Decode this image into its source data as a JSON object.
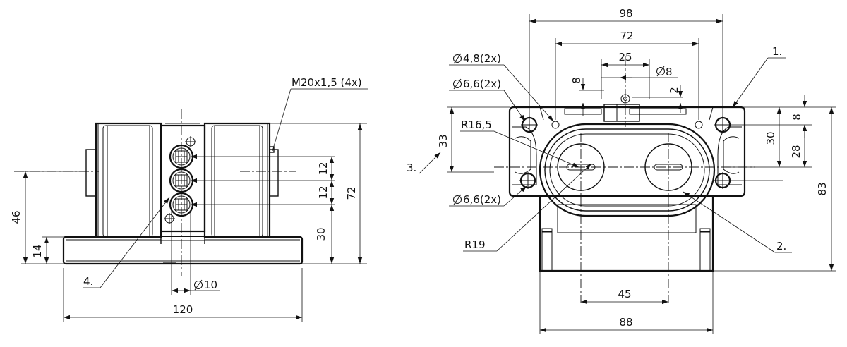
{
  "left_view": {
    "thread_label": "M20x1,5 (4x)",
    "dim_height_72": "72",
    "dim_30": "30",
    "dim_12a": "12",
    "dim_12b": "12",
    "dim_46": "46",
    "dim_14": "14",
    "dim_diam10": "10",
    "dim_120": "120",
    "ref_4": "4."
  },
  "right_view": {
    "dim_98": "98",
    "dim_72": "72",
    "dim_25": "25",
    "dim_diam8": "8",
    "dim_8_top": "8",
    "dim_2": "2",
    "hole_48": "4,8(2x)",
    "hole_66_top": "6,6(2x)",
    "radius_165": "R16,5",
    "dim_33": "33",
    "ref_3": "3.",
    "hole_66_bottom": "6,6(2x)",
    "radius_19": "R19",
    "dim_45": "45",
    "dim_88": "88",
    "ref_1": "1.",
    "ref_2": "2.",
    "dim_8_right": "8",
    "dim_30_right": "30",
    "dim_28": "28",
    "dim_83": "83"
  }
}
